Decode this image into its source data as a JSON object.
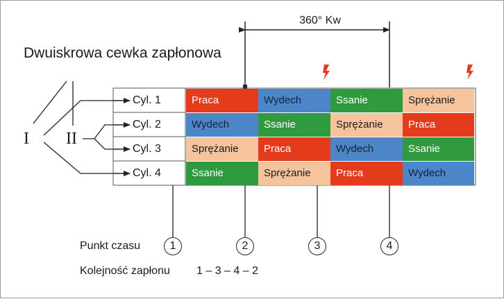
{
  "title": "Dwuiskrowa cewka zapłonowa",
  "angle_label": "360° Kw",
  "roman_labels": {
    "one": "I",
    "two": "II"
  },
  "cylinders": [
    "Cyl. 1",
    "Cyl. 2",
    "Cyl. 3",
    "Cyl. 4"
  ],
  "strokes": {
    "praca": "Praca",
    "wydech": "Wydech",
    "ssanie": "Ssanie",
    "sprezanie": "Sprężanie"
  },
  "cycle_table": [
    [
      "praca",
      "wydech",
      "ssanie",
      "sprezanie"
    ],
    [
      "wydech",
      "ssanie",
      "sprezanie",
      "praca"
    ],
    [
      "sprezanie",
      "praca",
      "wydech",
      "ssanie"
    ],
    [
      "ssanie",
      "sprezanie",
      "praca",
      "wydech"
    ]
  ],
  "colors": {
    "praca": "#e33b1c",
    "wydech": "#4c86c8",
    "ssanie": "#2f9a3e",
    "sprezanie": "#f6c49c",
    "spark": "#e33b1c"
  },
  "icons": {
    "spark": "lightning-icon",
    "pointer": "arrow-right-icon"
  },
  "time_points_label": "Punkt czasu",
  "time_points": [
    "1",
    "2",
    "3",
    "4"
  ],
  "firing_order_label": "Kolejność zapłonu",
  "firing_order_value": "1 – 3 – 4 – 2"
}
